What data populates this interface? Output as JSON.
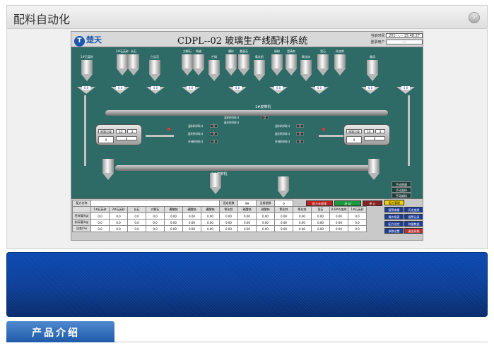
{
  "header": {
    "title": "配料自动化",
    "arrow_icon": "chevron-right-icon"
  },
  "screen": {
    "logo": "楚天",
    "title": "CDPL--02 玻璃生产线配料系统",
    "time_label": "当前时间",
    "time_value": "201-.-.-- 15:48:27",
    "user_label": "登录用户",
    "user_value": "---",
    "silos": [
      "1#石英砂",
      "2#石英砂",
      "长石",
      "白云石",
      "方解石",
      "纯碱",
      "芒硝",
      "硼砂",
      "重晶石",
      "氧化铝",
      "碳粉",
      "澄清剂",
      "氧化锌",
      "萤石",
      "外加剂",
      "备用"
    ],
    "scale_value": "0.0",
    "belt_label": "1#皮带机",
    "belt2_label": "2#皮带机",
    "mixer_left": {
      "a": "15",
      "b": "3",
      "c": "0",
      "d": "0",
      "label": "称量记录"
    },
    "mixer_right": {
      "a": "10",
      "b": "3",
      "c": "0",
      "d": "0",
      "label": "称量记录"
    },
    "mid_labels": [
      "混料时间(s)",
      "延时时间(s)",
      "开阀时间(s)"
    ],
    "mid_value": "0",
    "manual": [
      "手动称量",
      "手动混料",
      "手动卸料"
    ]
  },
  "panel": {
    "recipe_label": "配方名称",
    "set_count_label": "设定批数",
    "set_count": "99",
    "cur_count_label": "当前批数",
    "cur_count": "0",
    "status_idle": "配方未就绪",
    "start": "启 动",
    "stop": "停 止",
    "recipe_mgmt": "配方管理",
    "columns": [
      "",
      "1#石英砂",
      "2#石英砂",
      "长石",
      "方解石",
      "硼酸钠",
      "硼酸钠",
      "硼酸钠",
      "氧化铝",
      "硫酸钠",
      "硝酸钠",
      "氧化锌",
      "氧化锌",
      "萤石",
      "0.6#外加剂",
      "1#石英砂"
    ],
    "rows": [
      {
        "label": "目标值(kg)",
        "vals": [
          "0.0",
          "0.0",
          "0.0",
          "0.0",
          "0.00",
          "0.00",
          "0.00",
          "0.00",
          "0.00",
          "0.00",
          "0.00",
          "0.00",
          "0.00",
          "0.00",
          "0.0"
        ]
      },
      {
        "label": "实际值(kg)",
        "vals": [
          "0.0",
          "0.0",
          "0.0",
          "0.0",
          "0.00",
          "0.00",
          "0.00",
          "0.00",
          "0.00",
          "0.00",
          "0.00",
          "0.00",
          "0.00",
          "0.00",
          "0.0"
        ]
      },
      {
        "label": "误差(%)",
        "vals": [
          "0.0",
          "0.0",
          "0.0",
          "0.0",
          "0.00",
          "0.00",
          "0.00",
          "0.00",
          "0.00",
          "0.00",
          "0.00",
          "0.00",
          "0.00",
          "0.00",
          "0.0"
        ]
      }
    ],
    "buttons": [
      "报警查看",
      "历史曲线",
      "操作报表",
      "报警记录",
      "配方设定",
      "称量数据",
      "参数设置",
      "退出系统"
    ]
  },
  "section": {
    "tab_label": "产品介绍"
  },
  "colors": {
    "screen_bg": "#2e6a66",
    "banner": "#0b3d95",
    "tab": "#1e5aa8"
  }
}
